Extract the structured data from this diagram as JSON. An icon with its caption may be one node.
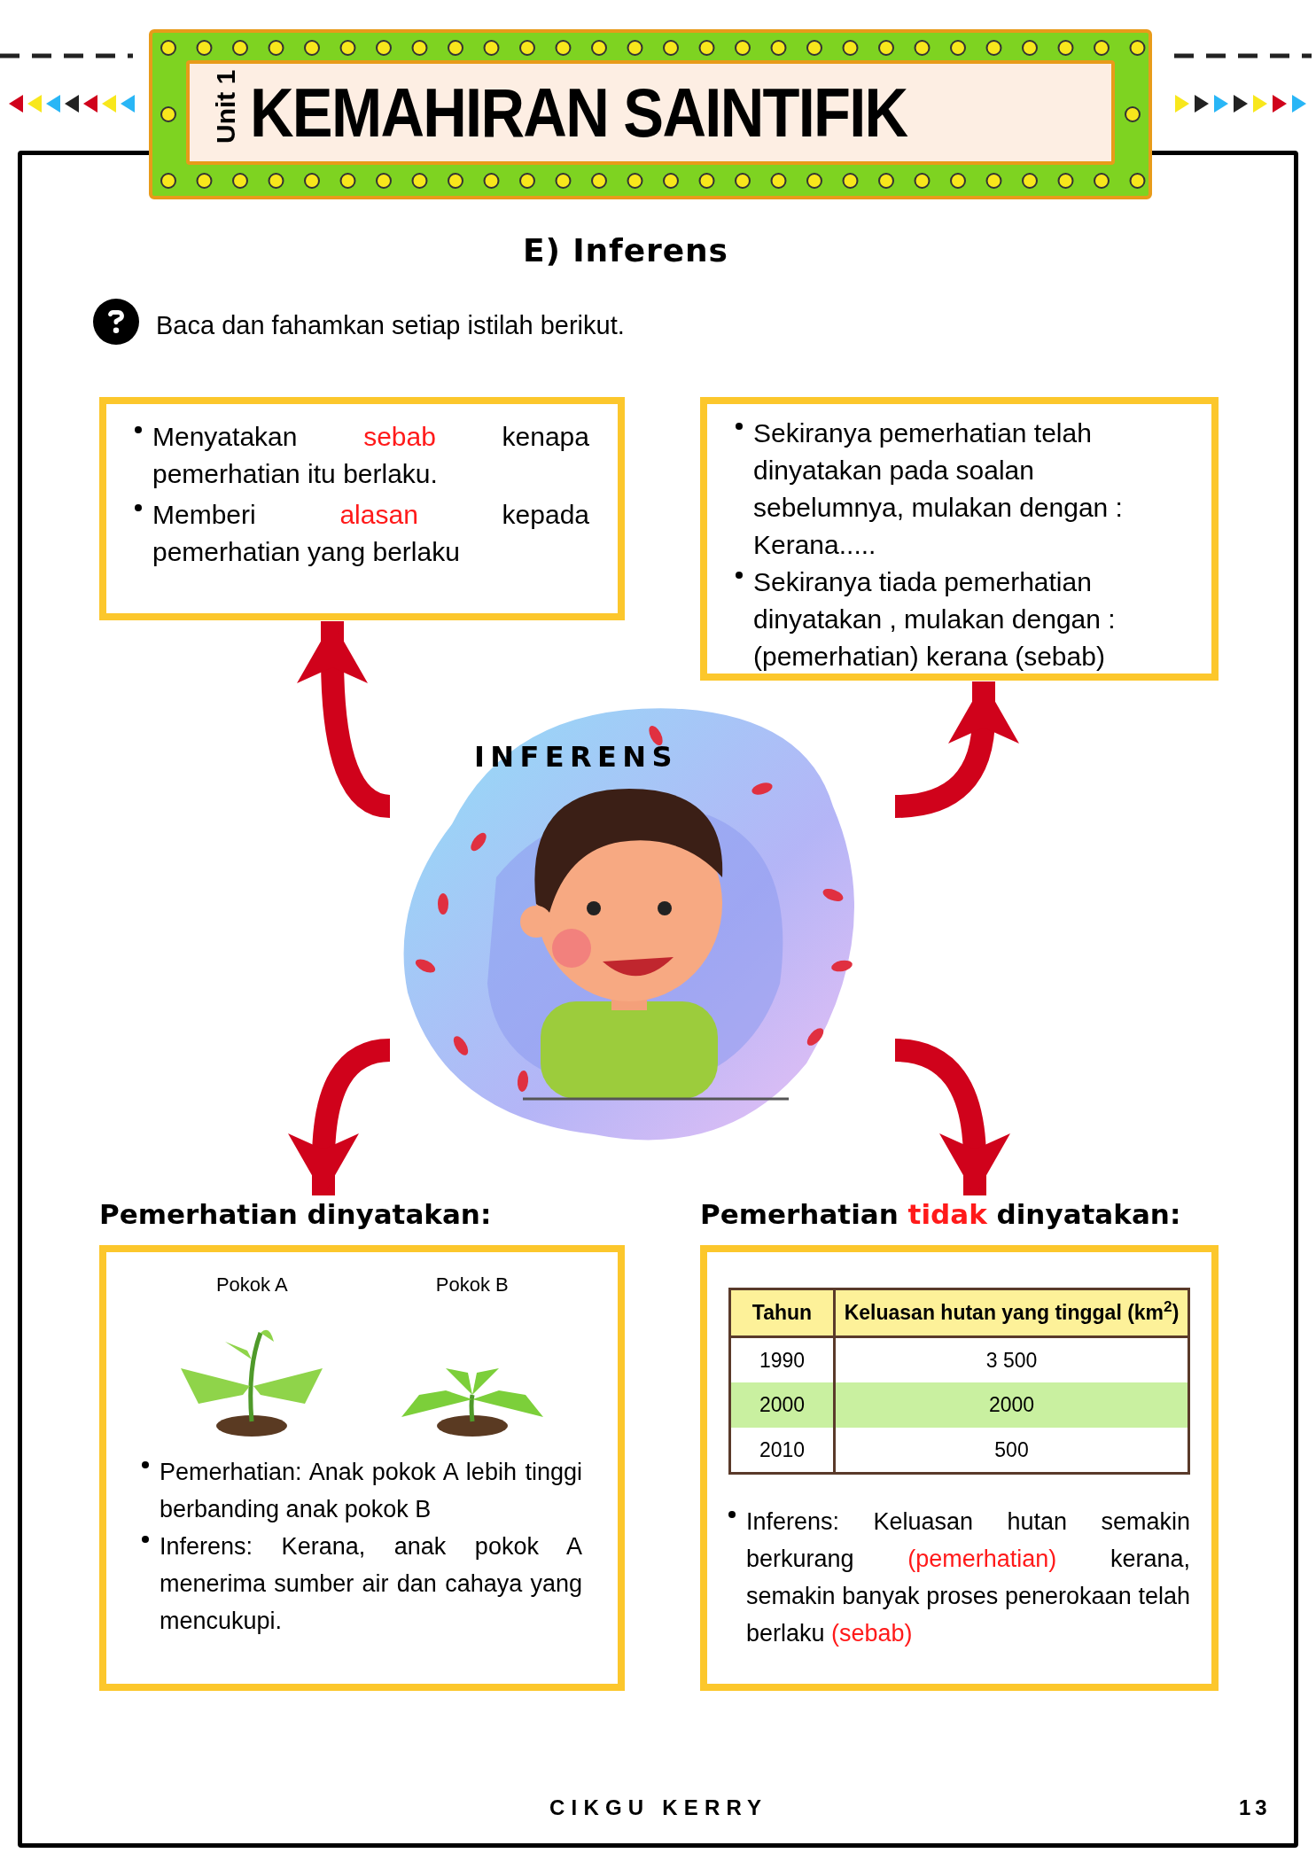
{
  "diagram": {
    "title": "KEMAHIRAN SAINTIFIK",
    "nodes": [
      {
        "text": [
          "Menyatakan *sebab* kenapa pemerhatian itu berlaku.",
          "Memberi *alasan* kepada pemerhatian yang berlaku"
        ]
      },
      {
        "text": [
          "Sekiranya pemerhatian telah dinyatakan pada soalan sebelumnya, mulakan dengan : Kerana.....",
          "Sekiranya tiada pemerhatian dinyatakan , mulakan dengan : (pemerhatian) kerana (sebab)"
        ]
      },
      {
        "text": [
          "INFERENS"
        ]
      },
      {
        "text": [
          "Pemerhatian dinyatakan:",
          "Pokok A",
          "Pokok B",
          "Pemerhatian: Anak pokok A lebih tinggi berbanding anak pokok B",
          "Inferens: Kerana, anak pokok A menerima sumber air dan cahaya yang mencukupi."
        ]
      },
      {
        "text": [
          "Pemerhatian *tidak* dinyatakan:",
          "Inferens: Keluasan hutan semakin berkurang *(pemerhatian)* kerana, semakin banyak proses penerokaan telah berlaku *(sebab)*"
        ]
      }
    ],
    "edges": [
      {
        "from": 2,
        "to": 0,
        "arrow": "to"
      },
      {
        "from": 2,
        "to": 1,
        "arrow": "to"
      },
      {
        "from": 2,
        "to": 3,
        "arrow": "to"
      },
      {
        "from": 2,
        "to": 4,
        "arrow": "to"
      }
    ],
    "labels": [
      "Unit 1",
      "E) Inferens",
      "Baca dan fahamkan setiap istilah berikut.",
      "Tahun",
      "Keluasan hutan yang tinggal (km$^{2}$)",
      "1990",
      "3 500",
      "2000",
      "2000",
      "2010",
      "500",
      "CIKGU KERRY",
      "13"
    ]
  }
}
